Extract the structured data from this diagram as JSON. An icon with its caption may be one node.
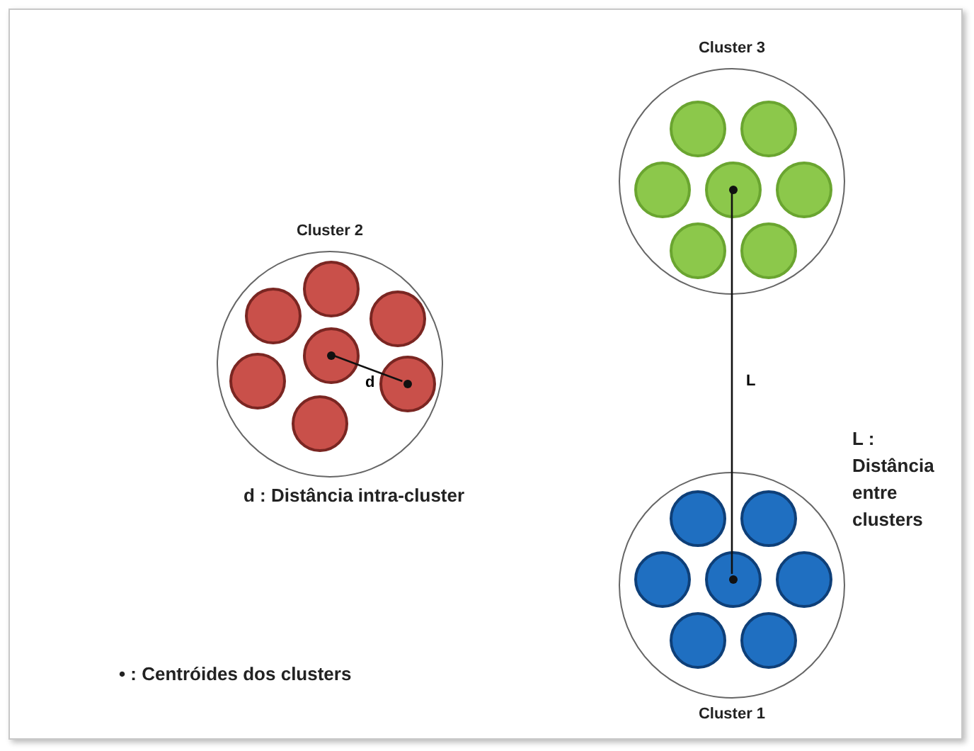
{
  "diagram": {
    "nodes": [
      {
        "text": [
          "Cluster 3"
        ]
      },
      {
        "text": [],
        "shape": "circle",
        "in": 0
      },
      {
        "text": [],
        "shape": "circle",
        "in": 0
      },
      {
        "text": [],
        "shape": "circle",
        "in": 0
      },
      {
        "text": [],
        "shape": "circle",
        "in": 0
      },
      {
        "text": [],
        "shape": "circle",
        "in": 0
      },
      {
        "text": [],
        "shape": "circle",
        "in": 0
      },
      {
        "text": [],
        "shape": "circle",
        "in": 0
      },
      {
        "text": [],
        "shape": "circle",
        "in": 4
      },
      {
        "text": [
          "Cluster 2"
        ]
      },
      {
        "text": [],
        "shape": "circle",
        "in": 9
      },
      {
        "text": [],
        "shape": "circle",
        "in": 9
      },
      {
        "text": [],
        "shape": "circle",
        "in": 9
      },
      {
        "text": [],
        "shape": "circle",
        "in": 9
      },
      {
        "text": [],
        "shape": "circle",
        "in": 9
      },
      {
        "text": [],
        "shape": "circle",
        "in": 9
      },
      {
        "text": [],
        "shape": "circle",
        "in": 9
      },
      {
        "text": [],
        "shape": "circle",
        "in": 13
      },
      {
        "text": [],
        "shape": "circle",
        "in": 15
      },
      {
        "text": [
          "Cluster 1"
        ]
      },
      {
        "text": [],
        "shape": "circle",
        "in": 19
      },
      {
        "text": [],
        "shape": "circle",
        "in": 19
      },
      {
        "text": [],
        "shape": "circle",
        "in": 19
      },
      {
        "text": [],
        "shape": "circle",
        "in": 19
      },
      {
        "text": [],
        "shape": "circle",
        "in": 19
      },
      {
        "text": [],
        "shape": "circle",
        "in": 19
      },
      {
        "text": [],
        "shape": "circle",
        "in": 19
      },
      {
        "text": [],
        "shape": "circle",
        "in": 23
      }
    ],
    "edges": [
      {
        "from": 17,
        "to": 18,
        "arrow": "none",
        "label": "d"
      },
      {
        "from": 8,
        "to": 27,
        "arrow": "none",
        "label": "L"
      }
    ],
    "labels": [
      "L : Distância entre clusters",
      "d : Distância intra-cluster",
      "• : Centróides dos clusters"
    ]
  }
}
